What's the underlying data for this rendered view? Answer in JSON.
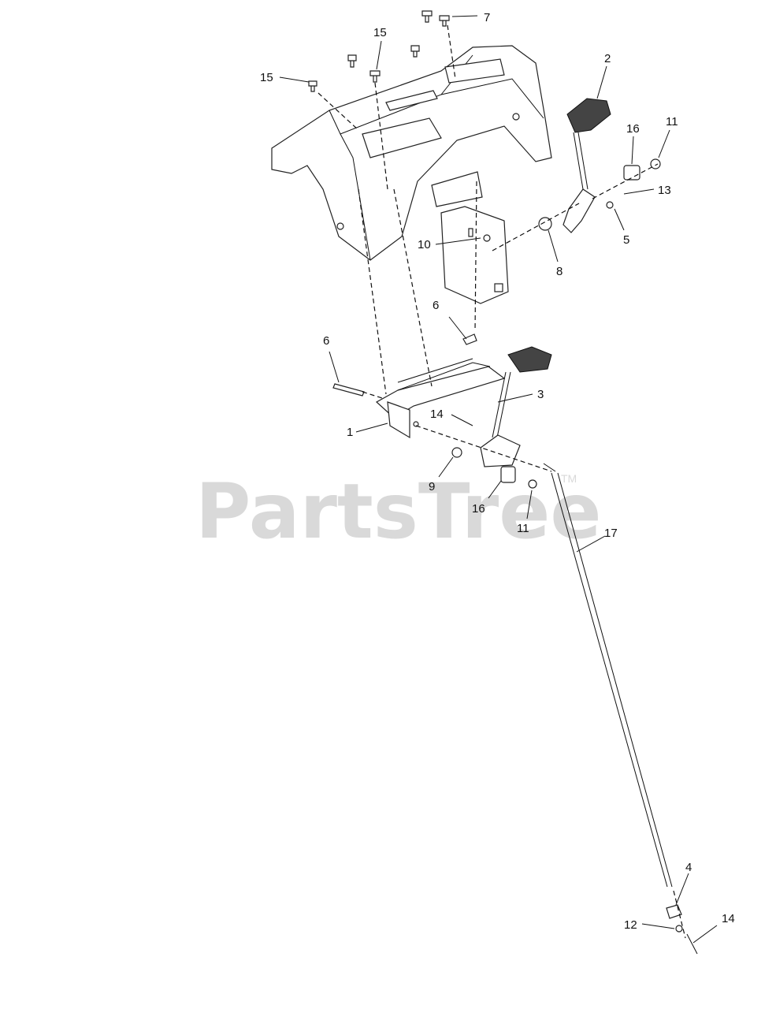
{
  "watermark": {
    "text": "PartsTree",
    "tm": "TM"
  },
  "callouts": [
    {
      "id": "c7",
      "label": "7"
    },
    {
      "id": "c15a",
      "label": "15"
    },
    {
      "id": "c15b",
      "label": "15"
    },
    {
      "id": "c2",
      "label": "2"
    },
    {
      "id": "c16a",
      "label": "16"
    },
    {
      "id": "c11a",
      "label": "11"
    },
    {
      "id": "c13",
      "label": "13"
    },
    {
      "id": "c5",
      "label": "5"
    },
    {
      "id": "c10",
      "label": "10"
    },
    {
      "id": "c8",
      "label": "8"
    },
    {
      "id": "c6a",
      "label": "6"
    },
    {
      "id": "c6b",
      "label": "6"
    },
    {
      "id": "c3",
      "label": "3"
    },
    {
      "id": "c14a",
      "label": "14"
    },
    {
      "id": "c1",
      "label": "1"
    },
    {
      "id": "c9",
      "label": "9"
    },
    {
      "id": "c16b",
      "label": "16"
    },
    {
      "id": "c11b",
      "label": "11"
    },
    {
      "id": "c17",
      "label": "17"
    },
    {
      "id": "c4",
      "label": "4"
    },
    {
      "id": "c12",
      "label": "12"
    },
    {
      "id": "c14b",
      "label": "14"
    }
  ]
}
